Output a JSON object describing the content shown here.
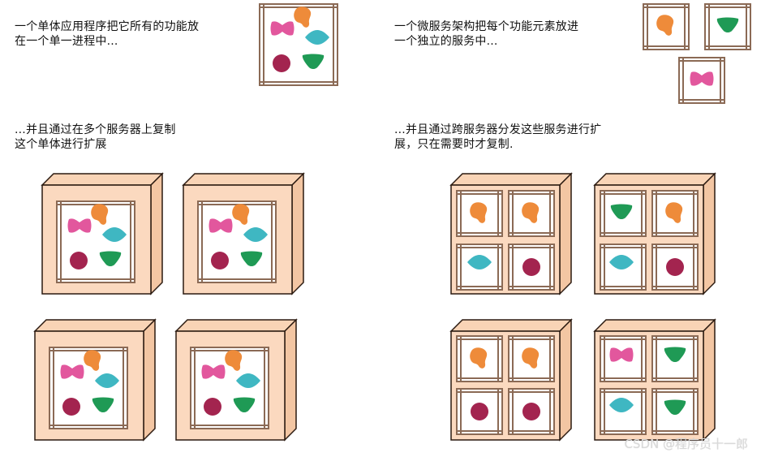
{
  "captions": {
    "monolith": [
      "一个单体应用程序把它所有的功能放",
      "在一个单一进程中..."
    ],
    "microservices": [
      "一个微服务架构把每个功能元素放进",
      "一个独立的服务中..."
    ],
    "monolith_scale": [
      "...并且通过在多个服务器上复制",
      "这个单体进行扩展"
    ],
    "microservices_scale": [
      "...并且通过跨服务器分发这些服务进行扩",
      "展，只在需要时才复制."
    ]
  },
  "watermark": "CSDN @程序员十一郎",
  "colors": {
    "frame": "#8b6a55",
    "server_front": "#fbd9bf",
    "server_side": "#f3c6a3",
    "server_top": "#f9d4b6",
    "outline": "#2b1a10",
    "pink": "#e2579d",
    "orange": "#ee8b3a",
    "teal": "#3fb7c2",
    "maroon": "#a3244f",
    "green": "#1f9a55"
  },
  "icons": [
    "pink-bowtie-icon",
    "orange-blob-icon",
    "teal-diamond-icon",
    "maroon-circle-icon",
    "green-triangle-icon"
  ]
}
